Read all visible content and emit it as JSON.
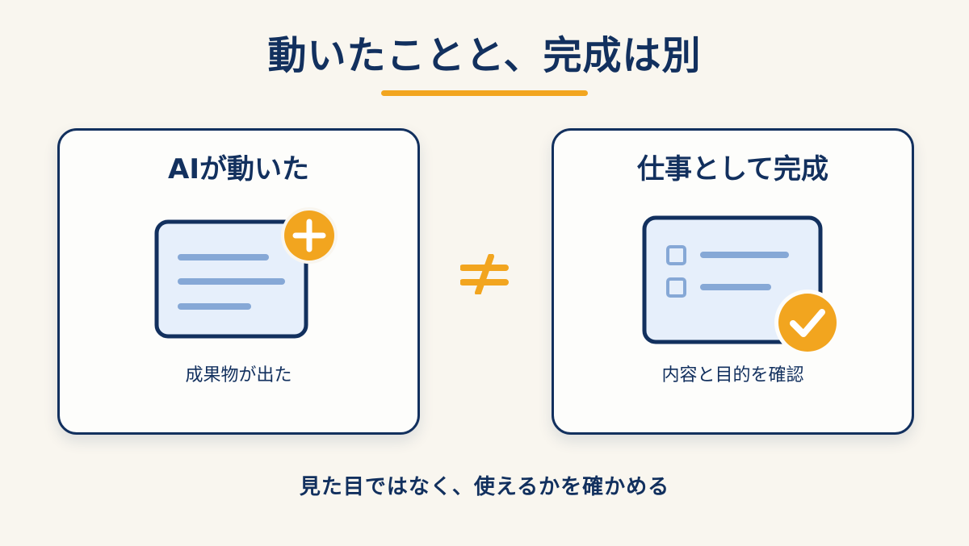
{
  "header": {
    "title": "動いたことと、完成は別"
  },
  "cards": {
    "left": {
      "title": "AIが動いた",
      "caption": "成果物が出た",
      "badge_icon": "plus-icon"
    },
    "right": {
      "title": "仕事として完成",
      "caption": "内容と目的を確認",
      "badge_icon": "check-icon"
    }
  },
  "relation_symbol": "≠",
  "footer": {
    "note": "見た目ではなく、使えるかを確かめる"
  },
  "colors": {
    "background": "#f9f6ef",
    "navy": "#12305e",
    "accent": "#f2a51f",
    "panel_fill": "#e6effb",
    "line": "#86a8d6"
  }
}
